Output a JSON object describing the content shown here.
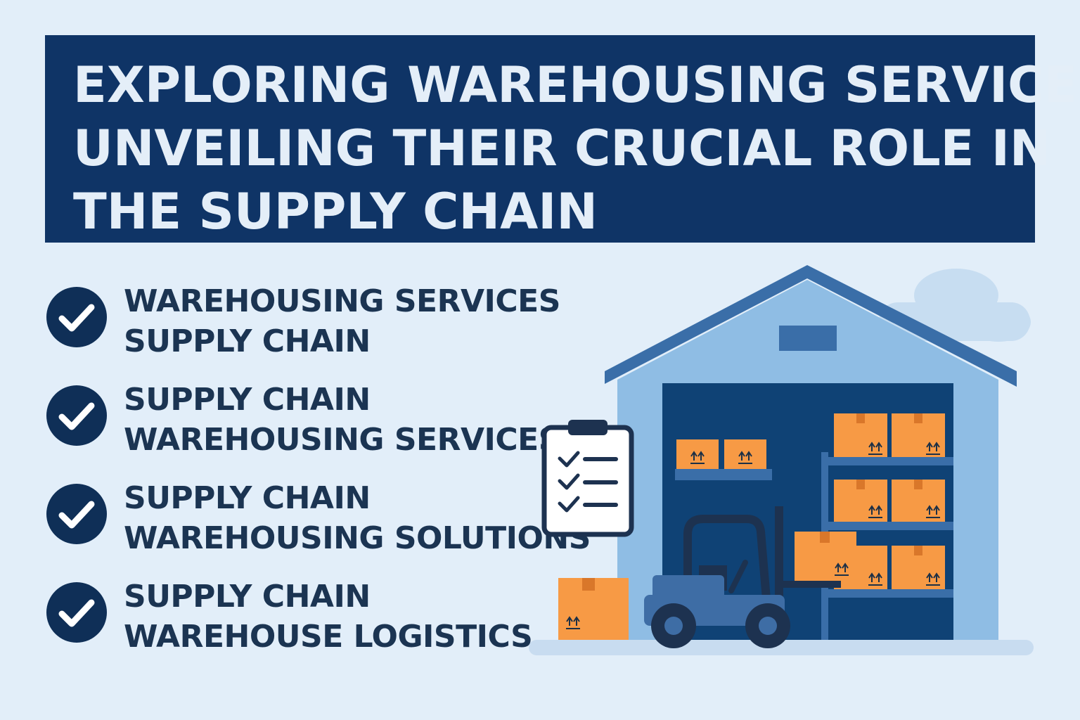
{
  "title": {
    "line1": "EXPLORING WAREHOUSING SERVICES:",
    "line2": "UNVEILING THEIR CRUCIAL ROLE IN",
    "line3": "THE SUPPLY CHAIN"
  },
  "checklist": [
    {
      "line1": "WAREHOUSING SERVICES",
      "line2": "SUPPLY CHAIN"
    },
    {
      "line1": "SUPPLY CHAIN",
      "line2": "WAREHOUSING SERVICES"
    },
    {
      "line1": "SUPPLY CHAIN",
      "line2": "WAREHOUSING SOLUTIONS"
    },
    {
      "line1": "SUPPLY CHAIN",
      "line2": "WAREHOUSE LOGISTICS"
    }
  ],
  "colors": {
    "background": "#e2eef9",
    "banner": "#0f3466",
    "banner_text": "#e4eef8",
    "check_badge": "#0f2f57",
    "list_text": "#1b3452",
    "warehouse_wall": "#8fbde4",
    "warehouse_roof": "#3a6ea8",
    "warehouse_interior": "#0f4275",
    "box_orange": "#f79a45",
    "forklift": "#3e6da5"
  },
  "icons": {
    "check": "checkmark-icon",
    "warehouse": "warehouse-illustration",
    "clipboard": "clipboard-checklist-icon",
    "forklift": "forklift-icon",
    "box": "cardboard-box-icon",
    "cloud": "cloud-icon"
  }
}
